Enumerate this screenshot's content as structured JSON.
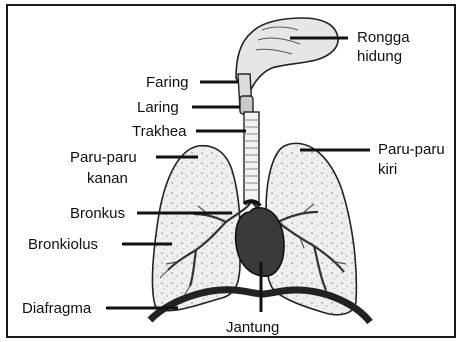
{
  "labels": {
    "rongga_hidung": [
      "Rongga",
      "hidung"
    ],
    "faring": "Faring",
    "laring": "Laring",
    "trakhea": "Trakhea",
    "paru_kanan": [
      "Paru-paru",
      "kanan"
    ],
    "paru_kiri": [
      "Paru-paru",
      "kiri"
    ],
    "bronkus": "Bronkus",
    "bronkiolus": "Bronkiolus",
    "diafragma": "Diafragma",
    "jantung": "Jantung"
  }
}
